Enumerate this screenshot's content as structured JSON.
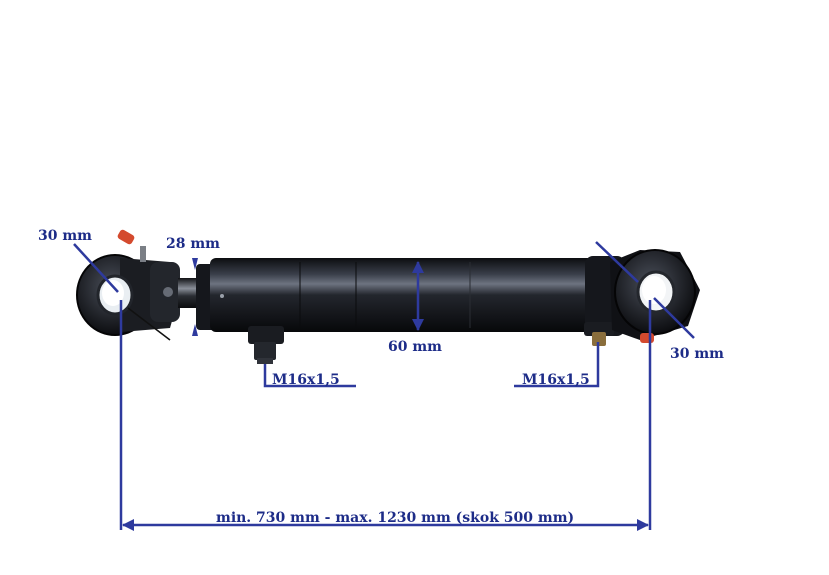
{
  "labels": {
    "eye_left_diameter": "30 mm",
    "rod_diameter": "28 mm",
    "barrel_diameter": "60 mm",
    "port_left_thread": "M16x1,5",
    "port_right_thread": "M16x1,5",
    "eye_right_diameter": "30 mm",
    "length_range": "min. 730 mm - max. 1230 mm (skok 500 mm)"
  },
  "colors": {
    "dimension_line": "#2e3a9e",
    "label_text": "#1d2c88",
    "cylinder_body": "#15171c",
    "background": "#ffffff"
  }
}
